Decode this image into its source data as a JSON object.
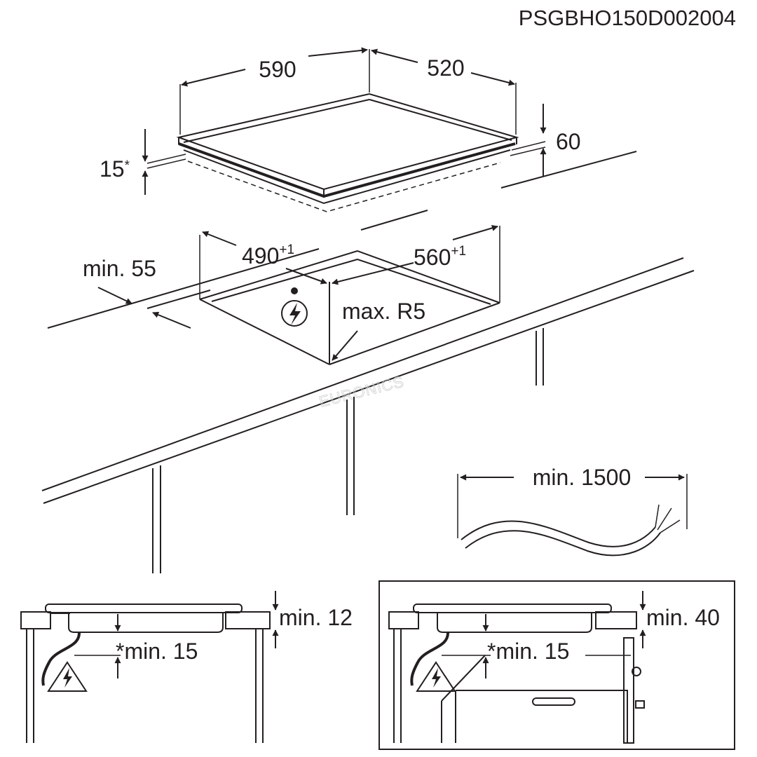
{
  "diagram": {
    "code": "PSGBHO150D002004",
    "hob": {
      "width": "590",
      "depth": "520",
      "height": "60",
      "edge_gap": "15",
      "edge_gap_mark": "*"
    },
    "cutout": {
      "width": "490",
      "width_tol": "+1",
      "depth": "560",
      "depth_tol": "+1",
      "front_margin": "min. 55",
      "corner_radius": "max. R5"
    },
    "cable": {
      "length": "min. 1500"
    },
    "section_left": {
      "gap_top": "min. 12",
      "gap_bottom": "*min. 15"
    },
    "section_right": {
      "gap_top": "min. 40",
      "gap_bottom": "*min. 15"
    },
    "watermark": "EURONICS",
    "colors": {
      "line": "#231f20",
      "background": "#ffffff",
      "watermark": "#d0d0d0"
    }
  }
}
